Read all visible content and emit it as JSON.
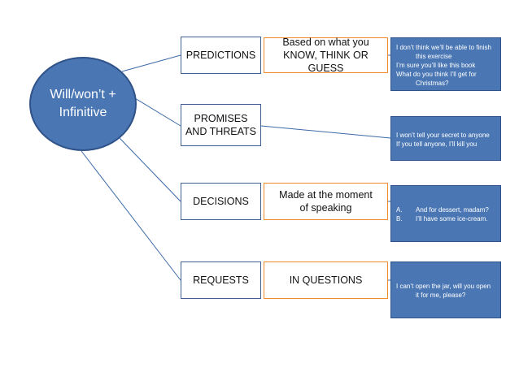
{
  "center": {
    "lines": [
      "Will/won’t +",
      "Infinitive"
    ]
  },
  "rows": [
    {
      "category": [
        "PREDICTIONS"
      ],
      "note": [
        "Based on what you",
        "KNOW, THINK OR GUESS"
      ],
      "examples": [
        {
          "text": "I don’t think we’ll be able to finish"
        },
        {
          "text": "this exercise"
        },
        {
          "text": "I’m sure you’ll like this book"
        },
        {
          "text": "What do you think I’ll get for"
        },
        {
          "text": "Christmas?"
        }
      ]
    },
    {
      "category": [
        "PROMISES",
        "AND THREATS"
      ],
      "note": [],
      "examples": [
        {
          "text": "I won’t tell your secret to anyone"
        },
        {
          "text": "If you tell anyone, I’ll kill you"
        }
      ]
    },
    {
      "category": [
        "DECISIONS"
      ],
      "note": [
        "Made at the moment",
        "of speaking"
      ],
      "examples": [
        {
          "letter": "A.",
          "text": "And for dessert, madam?"
        },
        {
          "letter": "B.",
          "text": "I’ll have some ice-cream."
        }
      ]
    },
    {
      "category": [
        "REQUESTS"
      ],
      "note": [
        "IN QUESTIONS"
      ],
      "examples": [
        {
          "text": "I can’t open the jar, will you open"
        },
        {
          "text": "it for me, please?"
        }
      ]
    }
  ],
  "colors": {
    "ellipse_fill": "#4a77b4",
    "example_fill": "#4a77b4",
    "category_border": "#3f5f8f",
    "note_border": "#ef8b2c",
    "connector": "#3b6aa8"
  }
}
